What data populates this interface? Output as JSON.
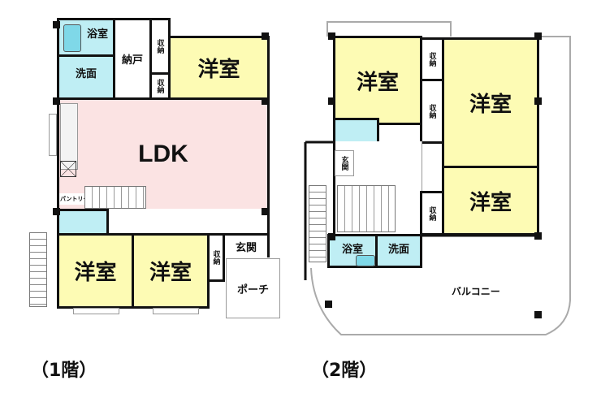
{
  "floor1": {
    "caption": "（1階）",
    "rooms": {
      "bath": "浴室",
      "washroom": "洗面",
      "closet_nando": "納戸",
      "storage_a": "収納",
      "storage_b": "収納",
      "western_top": "洋室",
      "ldk": "LDK",
      "pantry": "パントリー",
      "western_left": "洋室",
      "western_mid": "洋室",
      "storage_c": "収納",
      "entrance": "玄関",
      "porch": "ポーチ"
    }
  },
  "floor2": {
    "caption": "（2階）",
    "rooms": {
      "western_tl": "洋室",
      "storage_a": "収納",
      "storage_b": "収納",
      "western_big": "洋室",
      "entrance": "玄関",
      "western_right": "洋室",
      "storage_c": "収納",
      "bath": "浴室",
      "washroom": "洗面",
      "balcony": "バルコニー"
    }
  }
}
